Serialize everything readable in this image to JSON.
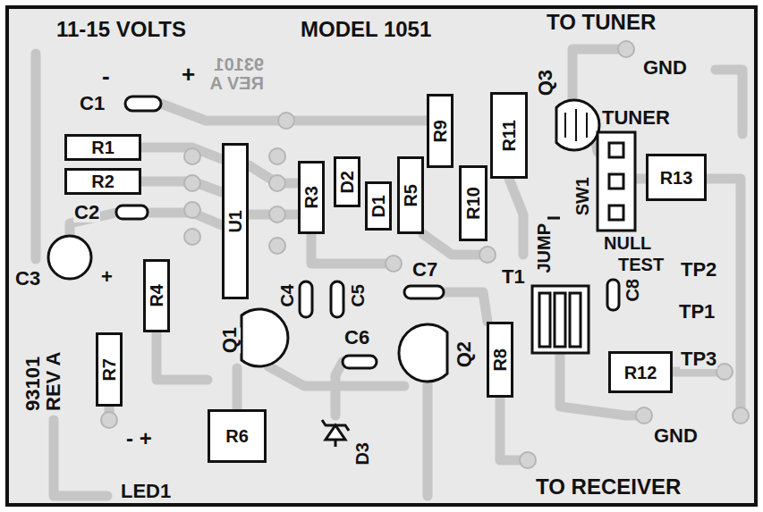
{
  "diagram": {
    "nodes": [
      {
        "text": [
          "R1"
        ]
      },
      {
        "text": [
          "R2"
        ]
      },
      {
        "text": [
          "U1"
        ]
      },
      {
        "text": [
          "R3"
        ]
      },
      {
        "text": [
          "D2"
        ]
      },
      {
        "text": [
          "D1"
        ]
      },
      {
        "text": [
          "R5"
        ]
      },
      {
        "text": [
          "R9"
        ]
      },
      {
        "text": [
          "R11"
        ]
      },
      {
        "text": [
          "R10"
        ]
      },
      {
        "text": [
          "R13"
        ]
      },
      {
        "text": [
          "R4"
        ]
      },
      {
        "text": [
          "R7"
        ]
      },
      {
        "text": [
          "R8"
        ]
      },
      {
        "text": [
          "R6"
        ]
      },
      {
        "text": [
          "R12"
        ]
      }
    ],
    "labels": [
      "11-15 VOLTS",
      "MODEL 1051",
      "TO TUNER",
      "GND",
      "-",
      "+",
      "93101 REV A",
      "C1",
      "TUNER",
      "Q3",
      "C2",
      "C3",
      "+",
      "SW1",
      "JUMP",
      "NULL",
      "T1",
      "C7",
      "C4",
      "C5",
      "TEST",
      "TP2",
      "C8",
      "TP1",
      "C6",
      "Q1",
      "Q2",
      "TP3",
      "93101 REV A",
      "D3",
      "- +",
      "GND",
      "LED1",
      "TO RECEIVER"
    ]
  }
}
